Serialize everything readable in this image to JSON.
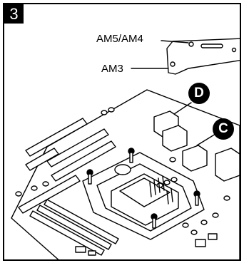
{
  "step_number": "3",
  "labels": {
    "am5_am4": "AM5/AM4",
    "am3": "AM3"
  },
  "callouts": {
    "d": "D",
    "c": "C"
  }
}
